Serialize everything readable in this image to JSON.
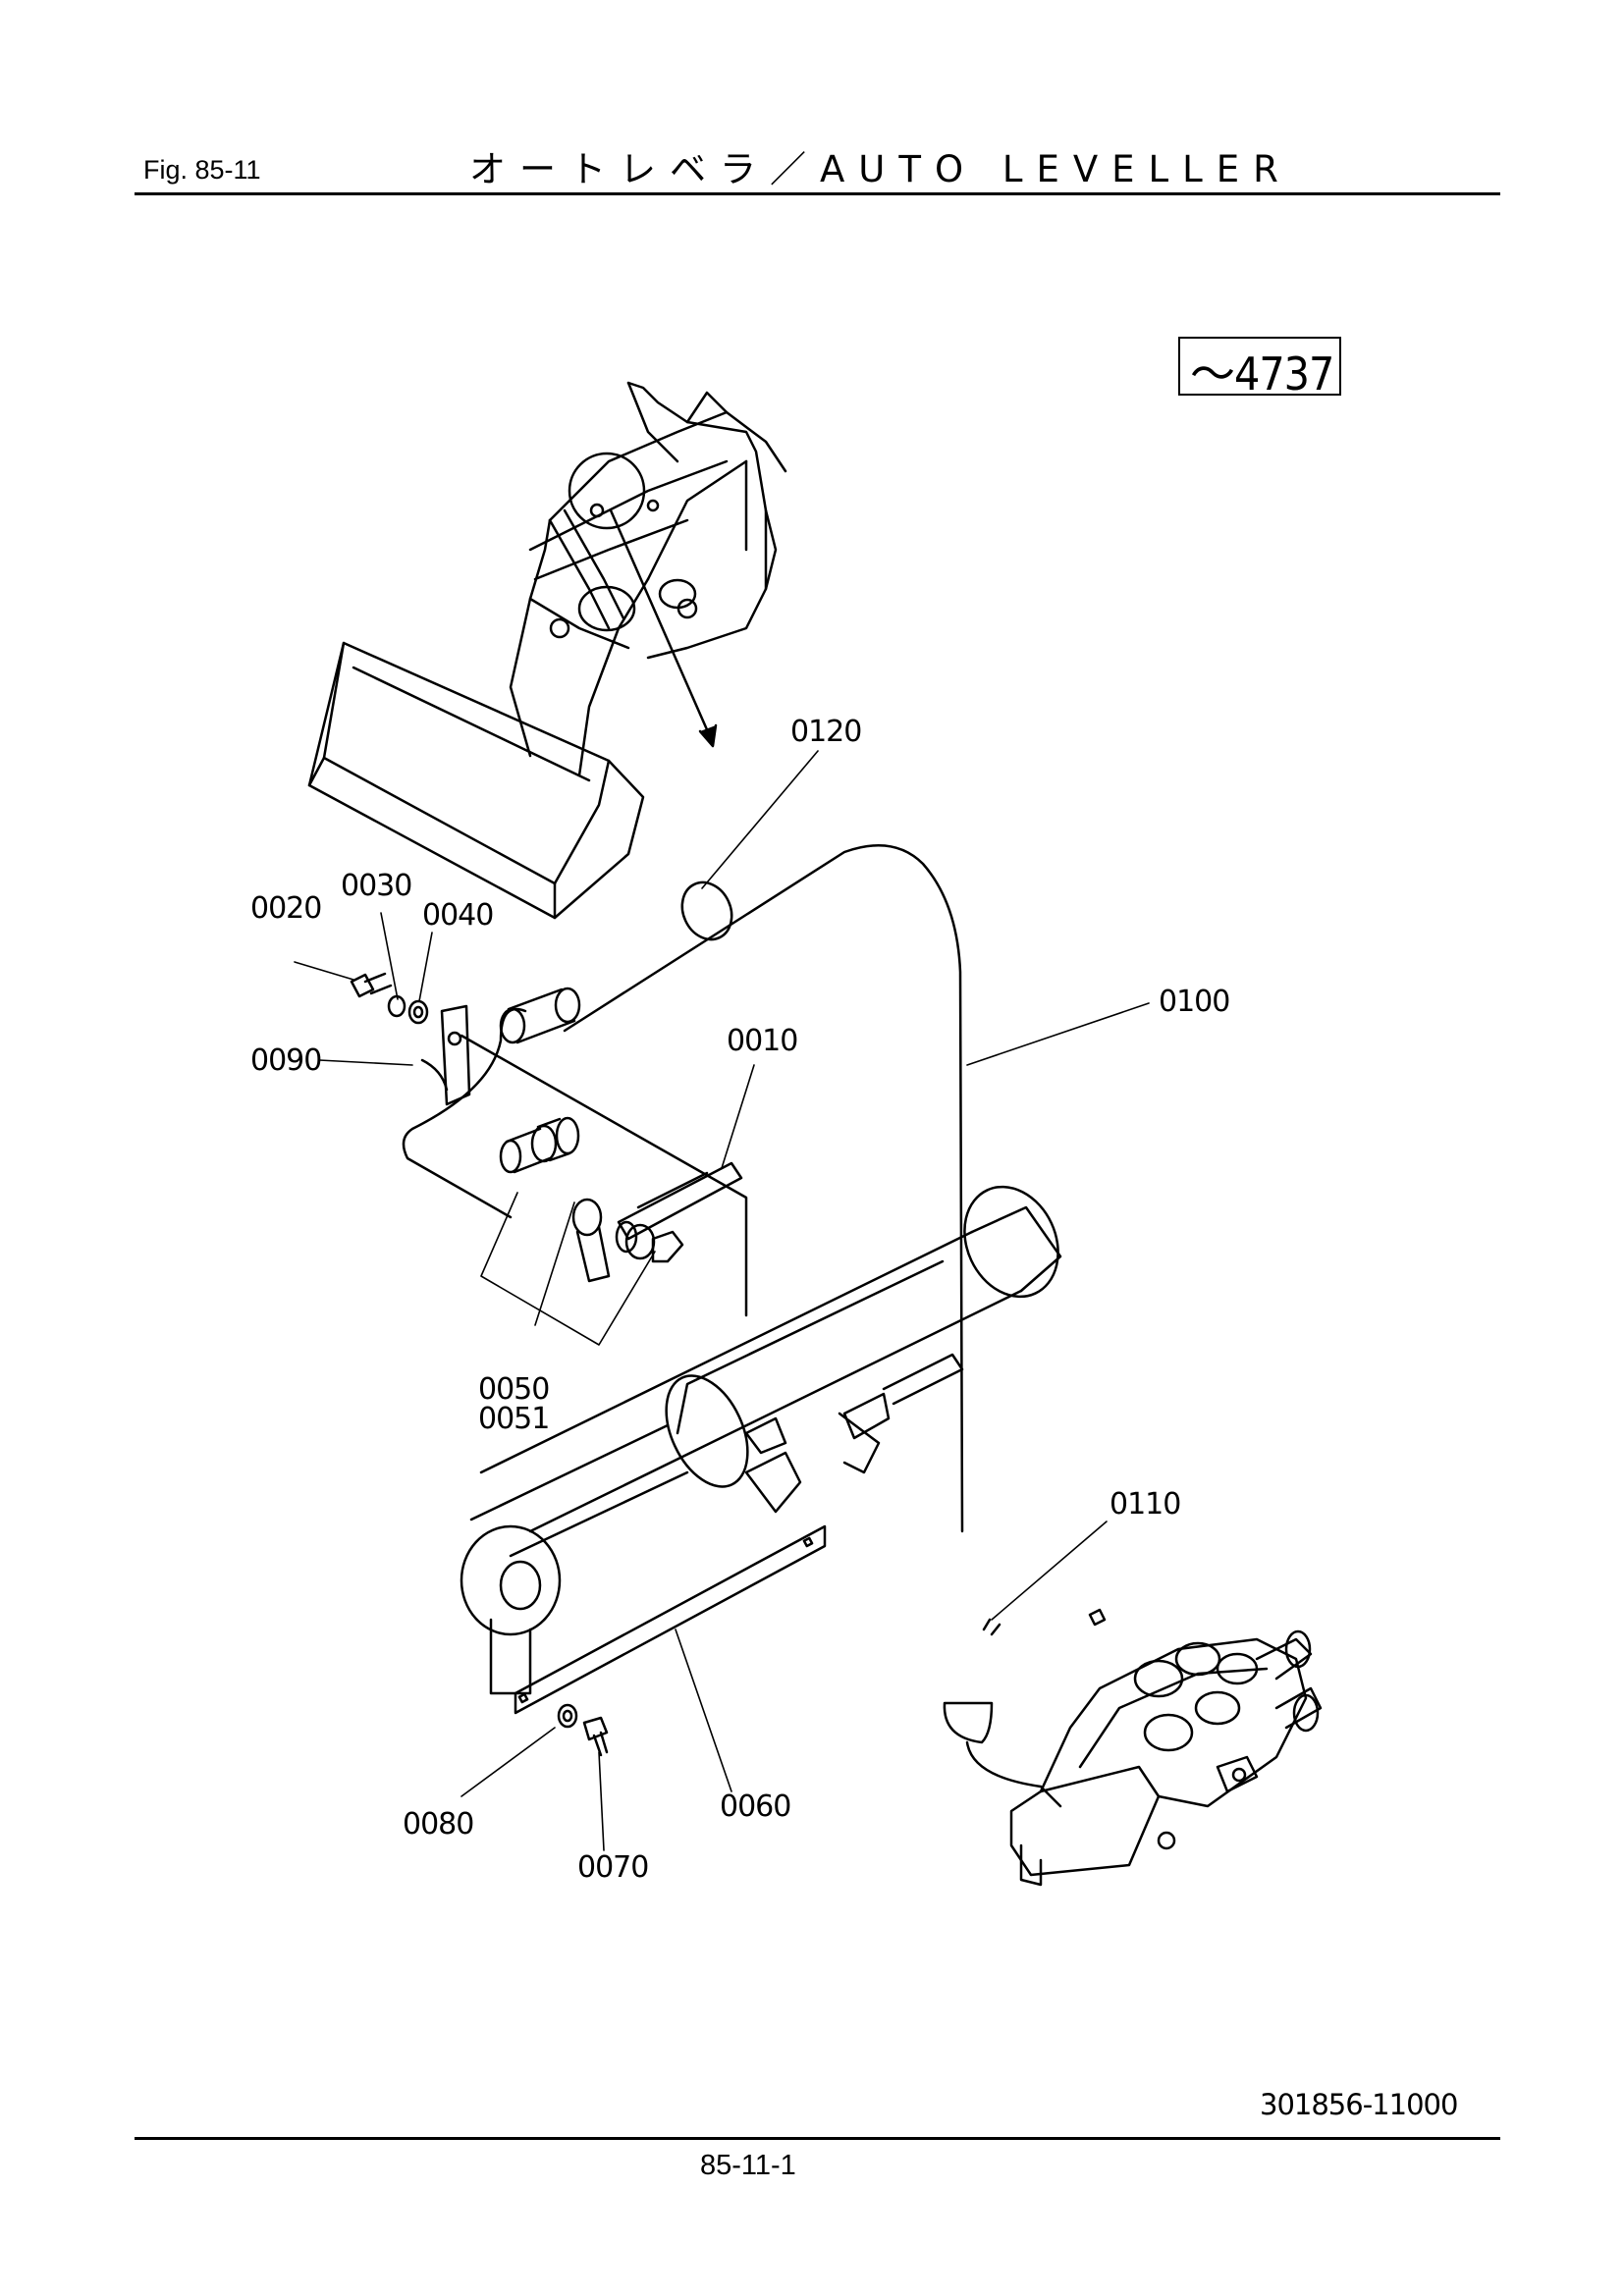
{
  "header": {
    "fig_label": "Fig. 85-11",
    "title": "オートレベラ／AUTO LEVELLER"
  },
  "serial_box": "～4737",
  "parts": {
    "p0010": "0010",
    "p0020": "0020",
    "p0030": "0030",
    "p0040": "0040",
    "p0050": "0050",
    "p0051": "0051",
    "p0060": "0060",
    "p0070": "0070",
    "p0080": "0080",
    "p0090": "0090",
    "p0100": "0100",
    "p0110": "0110",
    "p0120": "0120"
  },
  "footer": {
    "doc_number": "301856-11000",
    "page_number": "85-11-1"
  }
}
